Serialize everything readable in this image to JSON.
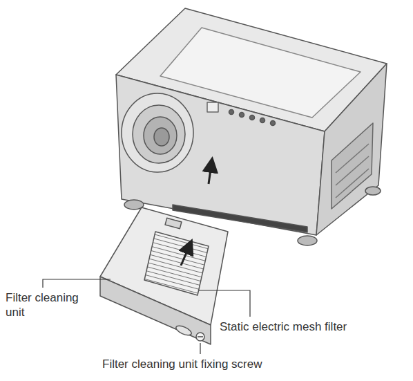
{
  "diagram": {
    "labels": [
      "Filter cleaning unit",
      "Static electric mesh filter",
      "Filter cleaning unit fixing screw"
    ]
  }
}
